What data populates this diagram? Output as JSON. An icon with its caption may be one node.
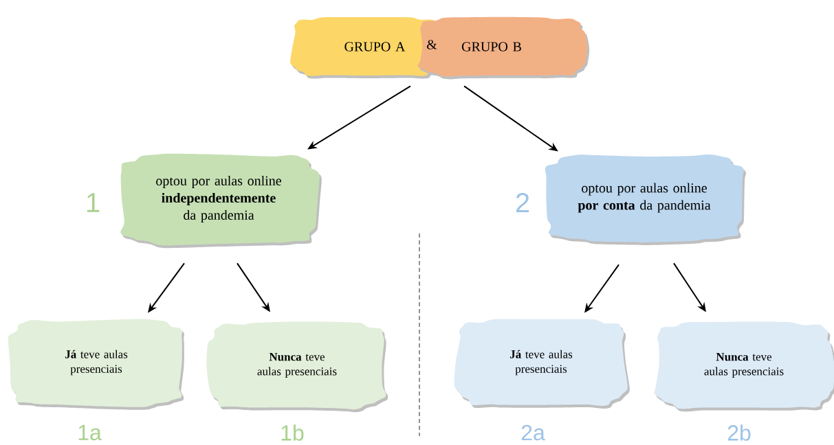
{
  "diagram": {
    "nodes": [
      {
        "text": [
          "GRUPO A"
        ]
      },
      {
        "text": [
          "GRUPO B"
        ]
      },
      {
        "text": [
          "optou por aulas online **independentemente** da pandemia"
        ],
        "beside": [
          "1"
        ]
      },
      {
        "text": [
          "optou por aulas online **por conta** da pandemia"
        ],
        "beside": [
          "2"
        ]
      },
      {
        "text": [
          "**Já** teve aulas presenciais"
        ],
        "beside": [
          "1a"
        ]
      },
      {
        "text": [
          "**Nunca** teve aulas presenciais"
        ],
        "beside": [
          "1b"
        ]
      },
      {
        "text": [
          "**Já** teve aulas presenciais"
        ],
        "beside": [
          "2a"
        ]
      },
      {
        "text": [
          "**Nunca** teve aulas presenciais"
        ],
        "beside": [
          "2b"
        ]
      }
    ],
    "edges": [
      {
        "from": 0,
        "to": 2,
        "arrow": "to"
      },
      {
        "from": 1,
        "to": 3,
        "arrow": "to"
      },
      {
        "from": 2,
        "to": 4,
        "arrow": "to"
      },
      {
        "from": 2,
        "to": 5,
        "arrow": "to"
      },
      {
        "from": 3,
        "to": 6,
        "arrow": "to"
      },
      {
        "from": 3,
        "to": 7,
        "arrow": "to"
      }
    ],
    "labels": [
      "&"
    ]
  }
}
